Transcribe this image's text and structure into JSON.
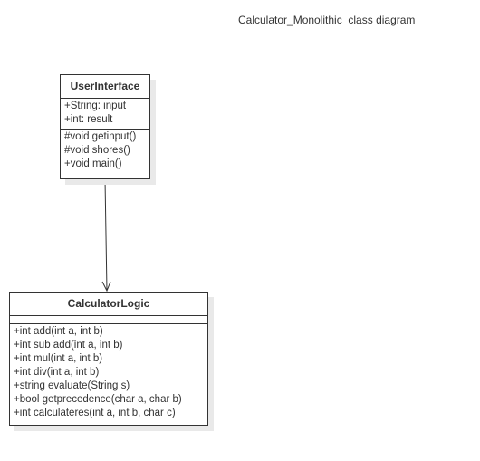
{
  "diagram": {
    "title": "Calculator_Monolithic  class diagram"
  },
  "classes": {
    "user_interface": {
      "name": "UserInterface",
      "attributes": [
        "+String: input",
        "+int: result"
      ],
      "operations": [
        "#void getinput()",
        "#void shores()",
        "+void main()"
      ]
    },
    "calculator_logic": {
      "name": "CalculatorLogic",
      "attributes": [],
      "operations": [
        "+int add(int a, int b)",
        "+int sub add(int a, int b)",
        "+int mul(int a, int b)",
        "+int div(int a, int b)",
        "+string evaluate(String s)",
        "+bool getprecedence(char a, char b)",
        "+int calculateres(int a, int b, char c)"
      ]
    }
  },
  "relationships": [
    {
      "type": "association",
      "from": "UserInterface",
      "to": "CalculatorLogic",
      "arrow": "open"
    }
  ],
  "colors": {
    "line": "#333333",
    "shadow": "#e9e9e9",
    "background": "#ffffff"
  }
}
